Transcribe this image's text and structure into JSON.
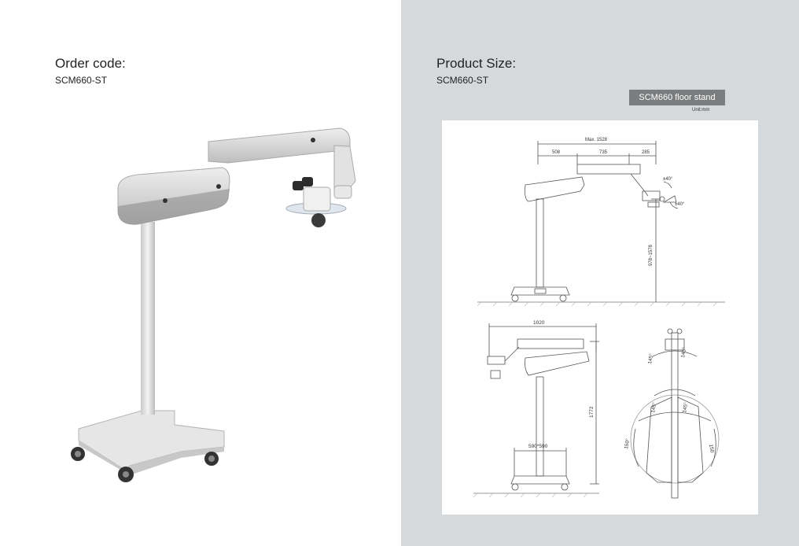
{
  "left": {
    "title": "Order code:",
    "code": "SCM660-ST"
  },
  "right": {
    "title": "Product Size:",
    "code": "SCM660-ST",
    "badge": "SCM660 floor stand",
    "unit": "Unit:mm"
  },
  "dimensions": {
    "max_reach": "Max. 1528",
    "seg1": "508",
    "seg2": "735",
    "seg3": "285",
    "tilt_up": "±40°",
    "tilt_side": "±40°",
    "height_range": "978~1578",
    "reach": "1020",
    "total_height": "1772",
    "base": "590*590",
    "rot_a": "145°",
    "rot_b": "145°",
    "rot_c": "145°",
    "rot_d": "145°",
    "rot_e": "150°",
    "rot_f": "150"
  }
}
